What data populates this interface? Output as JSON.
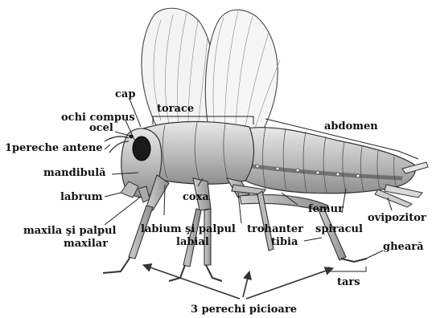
{
  "labels": {
    "cap": "cap",
    "torace": "torace",
    "ochi_compus": "ochi compus",
    "ocel": "ocel",
    "antene": "1pereche antene",
    "abdomen": "abdomen",
    "mandibula": "mandibulă",
    "labrum": "labrum",
    "coxa": "coxa",
    "femur": "femur",
    "maxila_line1": "maxila şi palpul",
    "maxila_line2": "maxilar",
    "labium_line1": "labium şi palpul",
    "labium_line2": "labial",
    "trohanter": "trohanter",
    "spiracul": "spiracul",
    "ovipozitor": "ovipozitor",
    "tibia": "tibia",
    "gheara": "gheară",
    "tars": "tars",
    "picioare": "3 perechi picioare"
  },
  "colors": {
    "ink": "#111111",
    "body": "#d4d4d4",
    "wing": "#f2f2f2"
  }
}
